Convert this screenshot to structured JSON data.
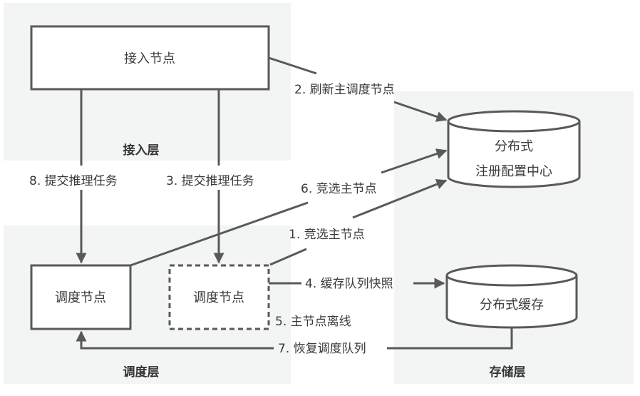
{
  "colors": {
    "panel_bg": "#f3f4f4",
    "stroke": "#595959",
    "node_fill": "#ffffff",
    "text": "#3a3a3a"
  },
  "layers": {
    "access": {
      "title": "接入层"
    },
    "scheduling": {
      "title": "调度层"
    },
    "storage": {
      "title": "存储层"
    }
  },
  "nodes": {
    "access_node": "接入节点",
    "scheduler_primary": "调度节点",
    "scheduler_offline": "调度节点",
    "registry_line1": "分布式",
    "registry_line2": "注册配置中心",
    "cache": "分布式缓存"
  },
  "edges": [
    {
      "id": "e1",
      "label": "1. 竞选主节点"
    },
    {
      "id": "e2",
      "label": "2. 刷新主调度节点"
    },
    {
      "id": "e3",
      "label": "3. 提交推理任务"
    },
    {
      "id": "e4",
      "label": "4. 缓存队列快照"
    },
    {
      "id": "e5",
      "label": "5. 主节点离线"
    },
    {
      "id": "e6",
      "label": "6. 竞选主节点"
    },
    {
      "id": "e7",
      "label": "7. 恢复调度队列"
    },
    {
      "id": "e8",
      "label": "8. 提交推理任务"
    }
  ]
}
